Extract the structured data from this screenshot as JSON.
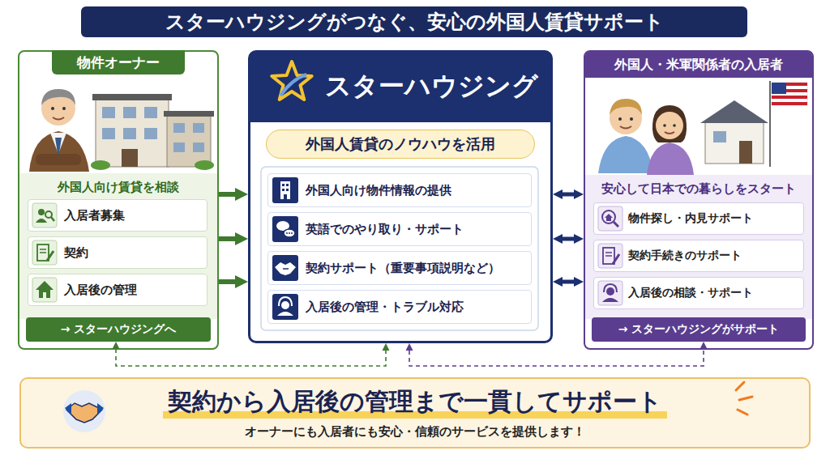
{
  "diagram": {
    "title": "スターハウジングがつなぐ、安心の外国人賃貸サポート",
    "nodes": [
      {
        "text": [
          "物件オーナー",
          "外国人向け賃貸を相談"
        ]
      },
      {
        "text": [
          "入居者募集"
        ],
        "in": 0
      },
      {
        "text": [
          "契約"
        ],
        "in": 0
      },
      {
        "text": [
          "入居後の管理"
        ],
        "in": 0
      },
      {
        "text": [
          "→ スターハウジングへ"
        ],
        "in": 0
      },
      {
        "text": [
          "スターハウジング"
        ]
      },
      {
        "text": [
          "外国人賃貸のノウハウを活用"
        ],
        "in": 5
      },
      {
        "text": [
          "外国人向け物件情報の提供"
        ],
        "in": 5
      },
      {
        "text": [
          "英語でのやり取り・サポート"
        ],
        "in": 5
      },
      {
        "text": [
          "契約サポート（重要事項説明など）"
        ],
        "in": 5
      },
      {
        "text": [
          "入居後の管理・トラブル対応"
        ],
        "in": 5
      },
      {
        "text": [
          "外国人・米軍関係者の入居者",
          "安心して日本での暮らしをスタート"
        ]
      },
      {
        "text": [
          "物件探し・内見サポート"
        ],
        "in": 11
      },
      {
        "text": [
          "契約手続きのサポート"
        ],
        "in": 11
      },
      {
        "text": [
          "入居後の相談・サポート"
        ],
        "in": 11
      },
      {
        "text": [
          "→ スターハウジングがサポート"
        ],
        "in": 11
      },
      {
        "text": [
          "契約から入居後の管理まで一貫してサポート",
          "オーナーにも入居者にも安心・信頼のサービスを提供します！"
        ]
      }
    ],
    "edges": [
      {
        "from": 0,
        "to": 5,
        "arrow": "to"
      },
      {
        "from": 0,
        "to": 5,
        "arrow": "to"
      },
      {
        "from": 0,
        "to": 5,
        "arrow": "to"
      },
      {
        "from": 5,
        "to": 11,
        "arrow": "both"
      },
      {
        "from": 5,
        "to": 11,
        "arrow": "both"
      },
      {
        "from": 5,
        "to": 11,
        "arrow": "both"
      },
      {
        "from": 4,
        "to": 5,
        "arrow": "both"
      },
      {
        "from": 5,
        "to": 15,
        "arrow": "both"
      }
    ]
  }
}
